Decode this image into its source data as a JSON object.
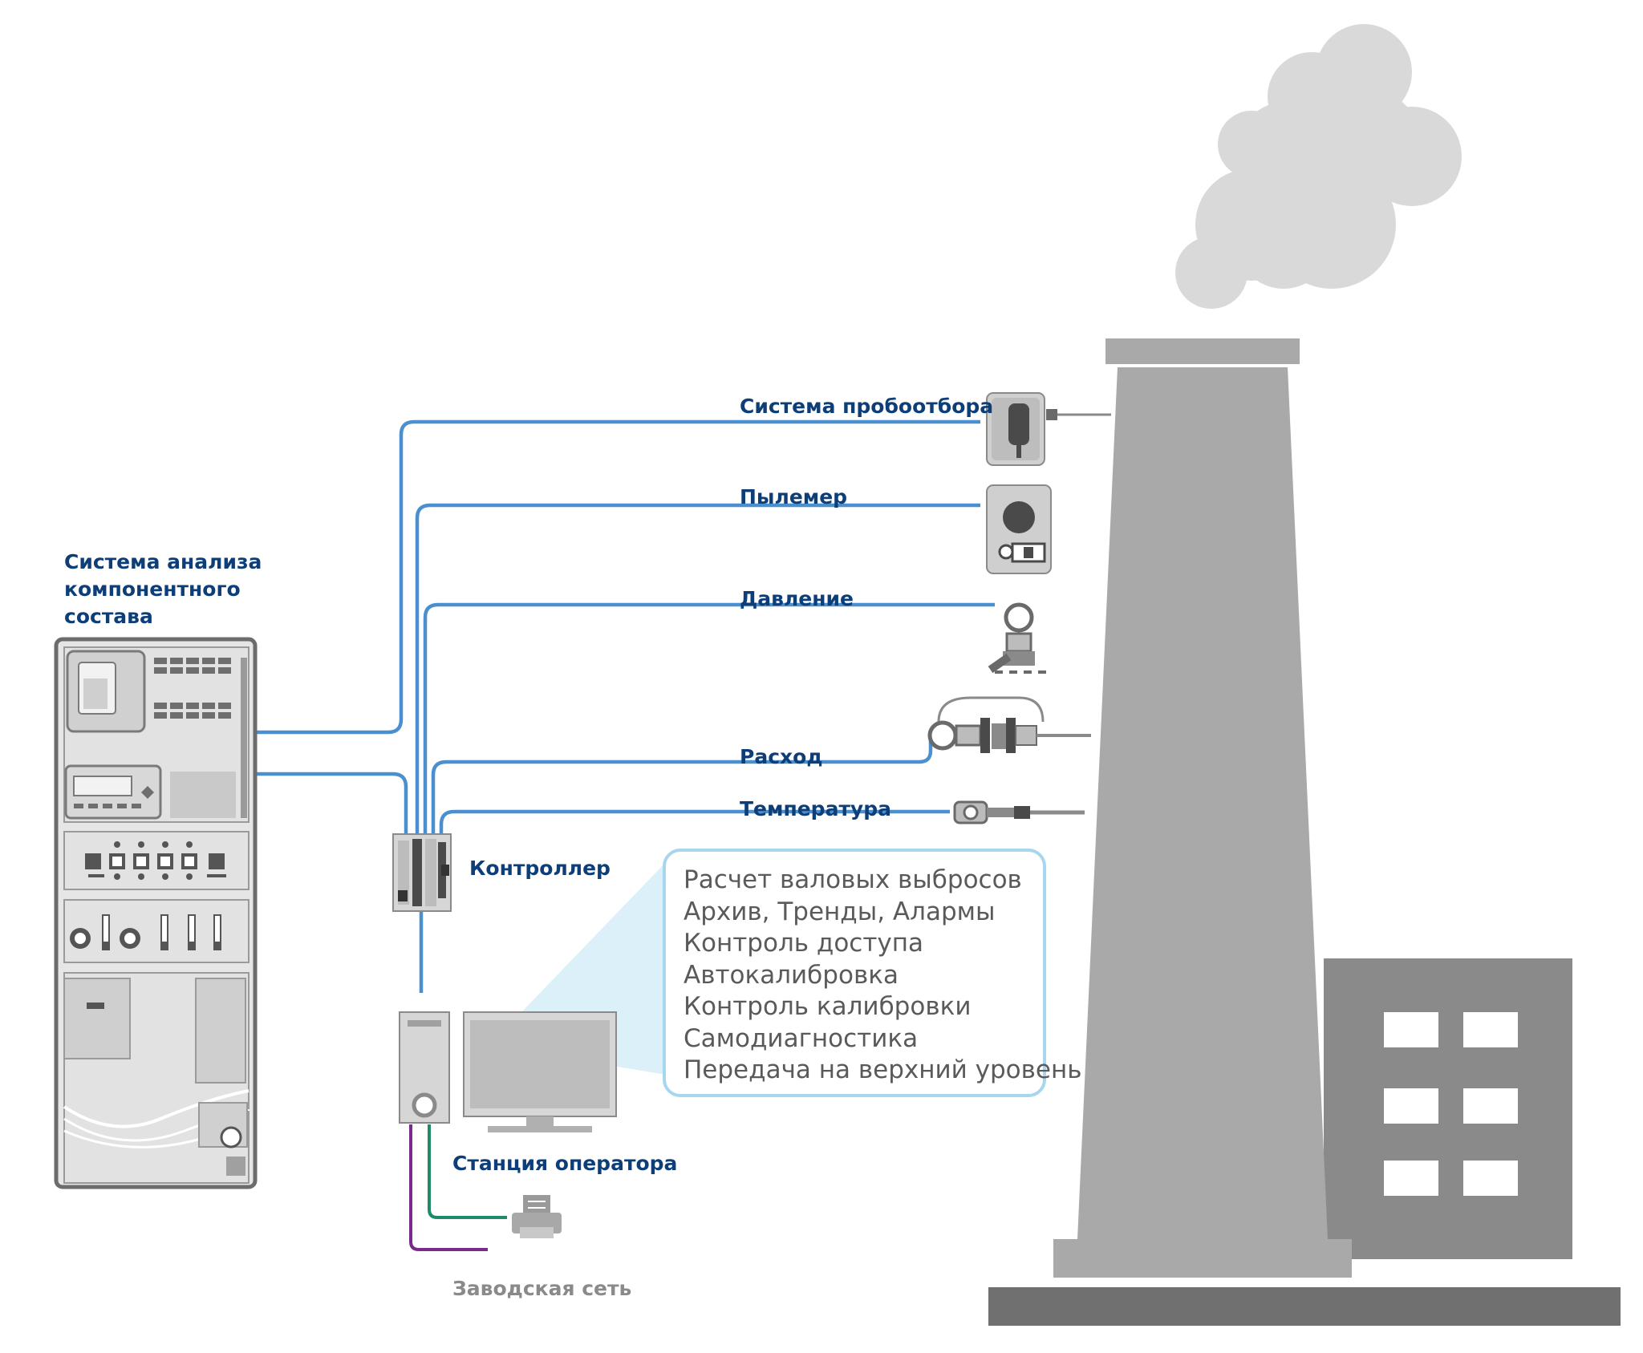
{
  "labels": {
    "analyzer": "Система анализа компонентного состава",
    "sampling": "Система пробоотбора",
    "dust": "Пылемер",
    "pressure": "Давление",
    "flow": "Расход",
    "temperature": "Температура",
    "controller": "Контроллер",
    "operator_station": "Станция оператора",
    "plant_network": "Заводская сеть"
  },
  "features": [
    "Расчет валовых выбросов",
    "Архив, Тренды, Алармы",
    "Контроль доступа",
    "Автокалибровка",
    "Контроль калибровки",
    "Самодиагностика",
    "Передача на верхний уровень"
  ],
  "colors": {
    "signal_line": "#4a90cf",
    "printer_line": "#1e8a6a",
    "network_line": "#7a2b8a",
    "label_text": "#0e3e78",
    "smoke": "#d9d9d9",
    "chimney": "#a9a9a9",
    "building": "#8a8a8a",
    "ground": "#707070"
  }
}
